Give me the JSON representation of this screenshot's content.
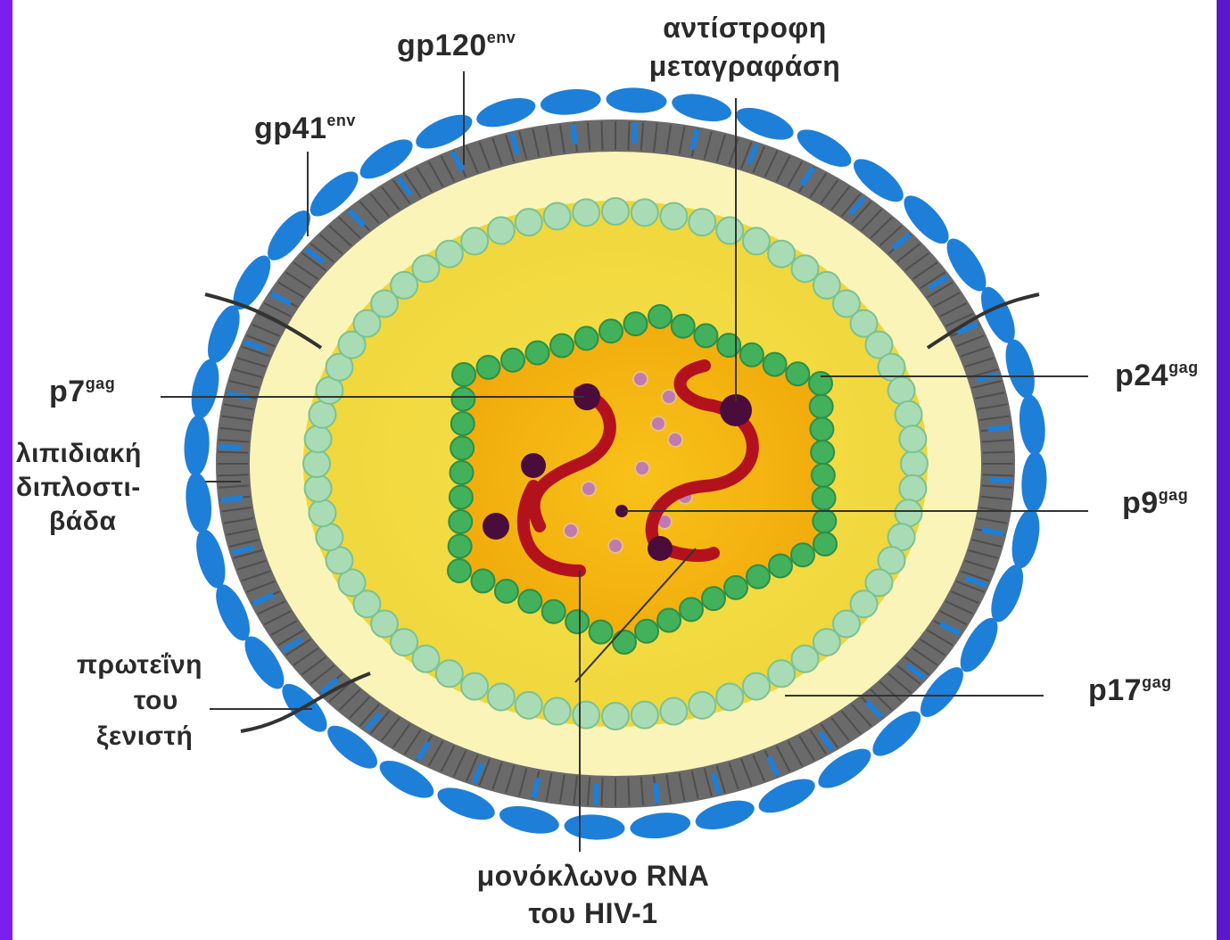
{
  "diagram": {
    "labels": {
      "gp120": {
        "base": "gp120",
        "sup": "env"
      },
      "gp41": {
        "base": "gp41",
        "sup": "env"
      },
      "reverse_transcriptase": [
        "αντίστροφη",
        "μεταγραφάση"
      ],
      "p24": {
        "base": "p24",
        "sup": "gag"
      },
      "p7": {
        "base": "p7",
        "sup": "gag"
      },
      "lipid_bilayer": [
        "λιπιδιακή",
        "διπλοστι-",
        "βάδα"
      ],
      "p9": {
        "base": "p9",
        "sup": "gag"
      },
      "host_protein": [
        "πρωτεΐνη",
        "του",
        "ξενιστή"
      ],
      "p17": {
        "base": "p17",
        "sup": "gag"
      },
      "rna": [
        "μονόκλωνο RNA",
        "του HIV-1"
      ]
    },
    "colors": {
      "background": "#7a1ff0",
      "panel": "#ffffff",
      "envelope_spike": "#1e7fd8",
      "membrane": "#6f6f6f",
      "matrix_layer": "#fbf4b4",
      "matrix_beads": "#a9dcb4",
      "capsid_beads": "#43b05c",
      "core": "#f3b812",
      "rna": "#b3121c",
      "enzyme": "#4a0c3a",
      "small_particles": "#c07ab0"
    }
  }
}
